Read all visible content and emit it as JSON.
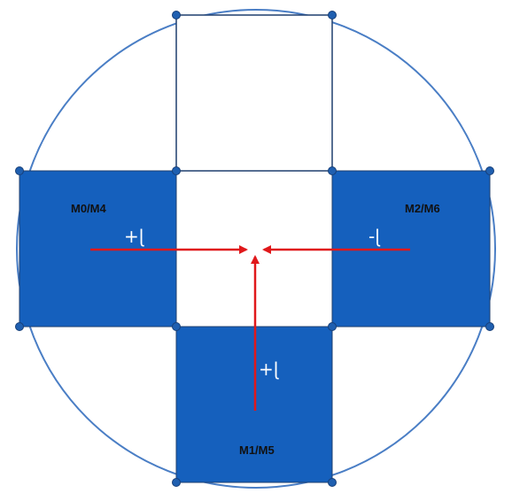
{
  "colors": {
    "circle_stroke": "#4a7ec5",
    "filled_square": "#1560bd",
    "square_stroke": "#1f3f6e",
    "vertex_dot": "#1f5fb0",
    "arrow": "#e0181b",
    "label_dark": "#111111",
    "label_on_blue": "#ffffff"
  },
  "magnets": {
    "left": {
      "label": "M0/M4",
      "arrow_label": "+ɭ",
      "filled": true
    },
    "right": {
      "label": "M2/M6",
      "arrow_label": "-ɭ",
      "filled": true
    },
    "bottom": {
      "label": "M1/M5",
      "arrow_label": "+ɭ",
      "filled": true
    },
    "top": {
      "label": "",
      "filled": false
    }
  }
}
